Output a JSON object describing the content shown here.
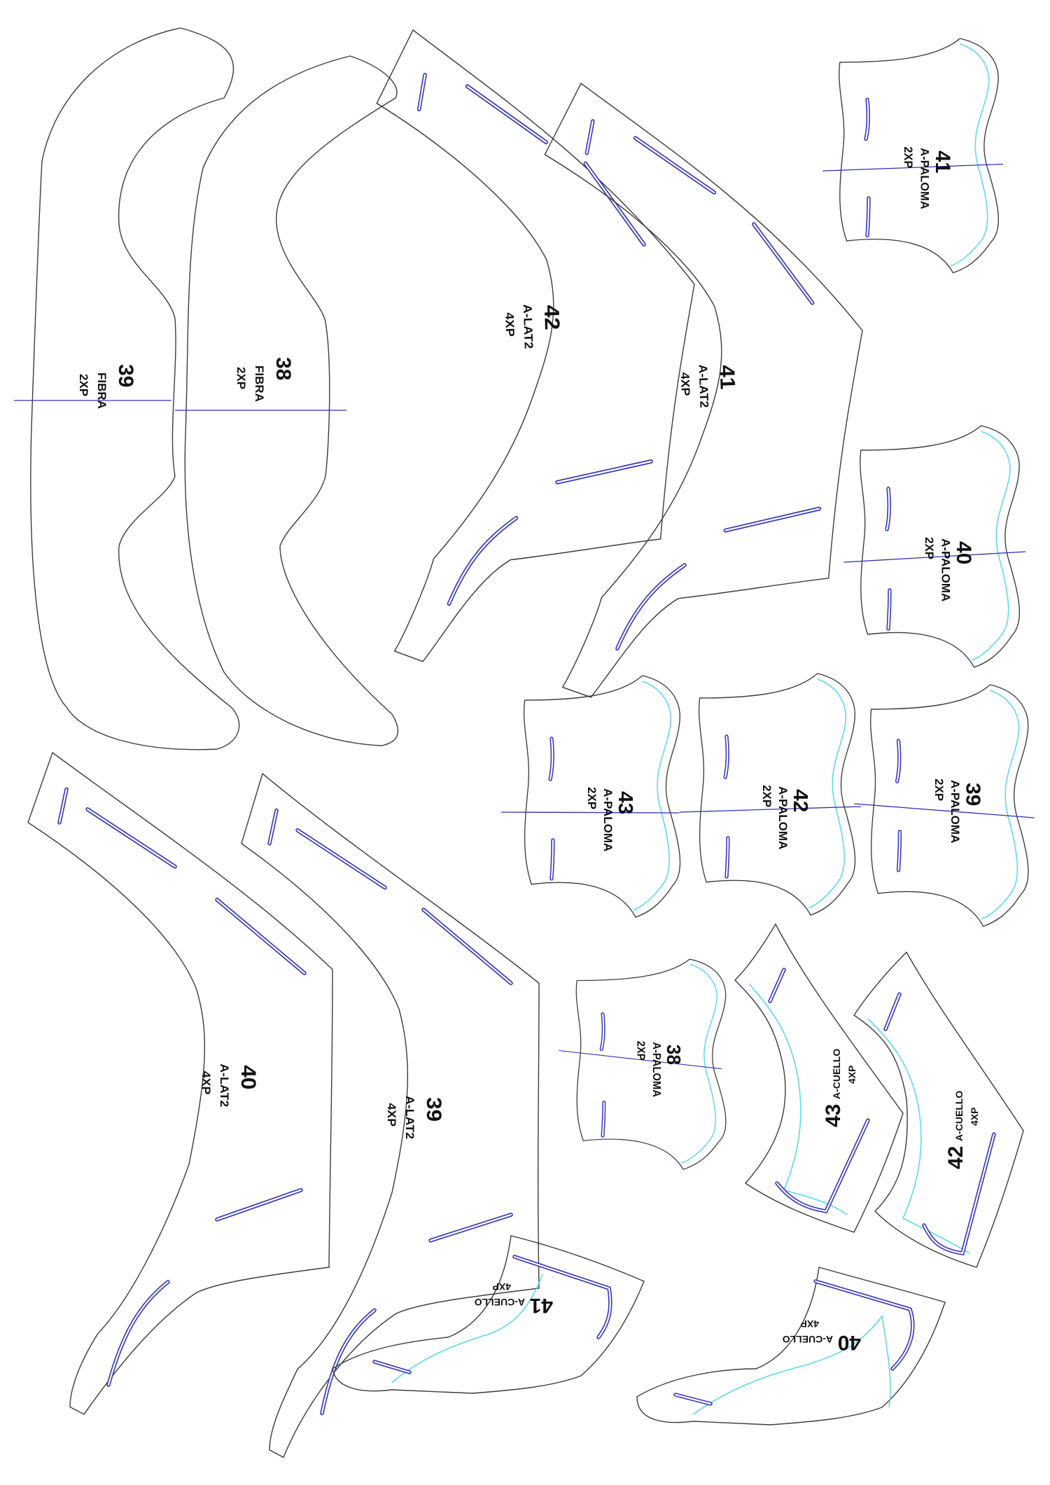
{
  "colors": {
    "outline": "#3c3c3c",
    "notch": "#3a3ab8",
    "seam": "#5fd8e6",
    "grain": "#3030b0",
    "text": "#111111"
  },
  "pieces": {
    "fibra_39": {
      "number": "39",
      "name": "FIBRA",
      "qty": "2XP"
    },
    "fibra_38": {
      "number": "38",
      "name": "FIBRA",
      "qty": "2XP"
    },
    "lat2_42": {
      "number": "42",
      "name": "A-LAT2",
      "qty": "4XP"
    },
    "lat2_41": {
      "number": "41",
      "name": "A-LAT2",
      "qty": "4XP"
    },
    "lat2_40": {
      "number": "40",
      "name": "A-LAT2",
      "qty": "4XP"
    },
    "lat2_39": {
      "number": "39",
      "name": "A-LAT2",
      "qty": "4XP"
    },
    "paloma_41": {
      "number": "41",
      "name": "A-PALOMA",
      "qty": "2XP"
    },
    "paloma_40": {
      "number": "40",
      "name": "A-PALOMA",
      "qty": "2XP"
    },
    "paloma_43": {
      "number": "43",
      "name": "A-PALOMA",
      "qty": "2XP"
    },
    "paloma_42": {
      "number": "42",
      "name": "A-PALOMA",
      "qty": "2XP"
    },
    "paloma_39": {
      "number": "39",
      "name": "A-PALOMA",
      "qty": "2XP"
    },
    "paloma_38": {
      "number": "38",
      "name": "A-PALOMA",
      "qty": "2XP"
    },
    "cuello_43": {
      "number": "43",
      "name": "A-CUELLO",
      "qty": "4XP"
    },
    "cuello_42": {
      "number": "42",
      "name": "A-CUELLO",
      "qty": "4XP"
    },
    "cuello_41": {
      "number": "41",
      "name": "A-CUELLO",
      "qty": "4XP"
    },
    "cuello_40": {
      "number": "40",
      "name": "A-CUELLO",
      "qty": "4XP"
    }
  }
}
